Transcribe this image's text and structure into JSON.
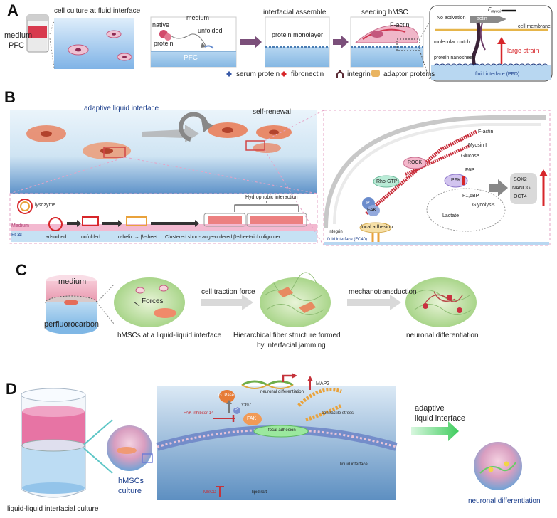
{
  "panels": {
    "A": {
      "label": "A",
      "cell_culture": "cell culture at fluid interface",
      "medium": "medium",
      "pfc": "PFC",
      "native_protein_1": "native",
      "native_protein_2": "protein",
      "medium_top": "medium",
      "unfolded": "unfolded",
      "pfc_bottom": "PFC",
      "interfacial_assemble": "interfacial assemble",
      "protein_monolayer": "protein monolayer",
      "seeding": "seeding hMSC",
      "f_actin": "F-actin",
      "legend": {
        "serum": "serum protein",
        "fibronectin": "fibronectin",
        "integrin": "integrin",
        "adaptor": "adaptor proteins"
      },
      "inset": {
        "no_activation": "No activation",
        "f_myosin": "F",
        "f_myosin_sub": "myosin",
        "actin": "actin",
        "cell_membrane": "cell membrane",
        "molecular_clutch": "molecular clutch",
        "protein_nanosheet": "protein nanosheet",
        "large_strain": "large strain",
        "fluid_interface": "fluid interface (PFD)"
      }
    },
    "B": {
      "label": "B",
      "adaptive": "adaptive liquid interface",
      "self_renewal": "self-renewal",
      "lysozyme": "lysozyme",
      "medium": "Medium",
      "fc40": "FC40",
      "adsorbed": "adsorbed",
      "unfolded": "unfolded",
      "helix_sheet": "α-helix → β-sheet",
      "clustered": "Clustered short-range-ordered β-sheet-rich oligomer",
      "hydrophobic": "Hydrophobic interaction",
      "right": {
        "f_actin": "F-actin",
        "myosin": "Myosin Ⅱ",
        "rock": "ROCK",
        "rho_gtp": "Rho-GTP",
        "glucose": "Glucose",
        "f6p": "F6P",
        "pfk": "PFK",
        "f16bp": "F1,6BP",
        "glycolysis": "Glycolysis",
        "lactate": "Lactate",
        "p": "P",
        "fak": "FAK",
        "focal_adhesion": "focal adhesion",
        "integrin": "integrin",
        "fluid_interface": "fluid interface (FC40)",
        "sox2": "SOX2",
        "nanog": "NANOG",
        "oct4": "OCT4"
      }
    },
    "C": {
      "label": "C",
      "medium": "medium",
      "perfluorocarbon": "perfluorocarbon",
      "forces": "Forces",
      "cell_traction": "cell traction force",
      "mechanotransduction": "mechanotransduction",
      "hmscs": "hMSCs at a liquid-liquid interface",
      "hierarchical_1": "Hierarchical fiber structure formed",
      "hierarchical_2": "by interfacial jamming",
      "neuronal": "neuronal differentiation"
    },
    "D": {
      "label": "D",
      "liquid_culture": "liquid-liquid interfacial culture",
      "hmscs_1": "hMSCs",
      "hmscs_2": "culture",
      "neuronal_top": "neuronal differentiation",
      "map2": "MAP2",
      "gtpase": "GTPase",
      "y397": "Y397",
      "p": "P",
      "fak_inhibitor": "FAK inhibitor 14",
      "fak": "FAK",
      "contractile": "contractile stress",
      "focal_adhesion": "focal adhesion",
      "mbcd": "MBCD",
      "lipid_raft": "lipid raft",
      "liquid_interface": "liquid interface",
      "adaptive_1": "adaptive",
      "adaptive_2": "liquid interface",
      "neuronal_bottom": "neuronal differentiation"
    }
  },
  "colors": {
    "arrow_purple": "#7b4f7a",
    "pink_border": "#e6a3c6",
    "red": "#d7262a",
    "blue_text": "#1c3f8c",
    "gray_arrow": "#b8b8b8",
    "green_arrow": "#4fd06a"
  }
}
